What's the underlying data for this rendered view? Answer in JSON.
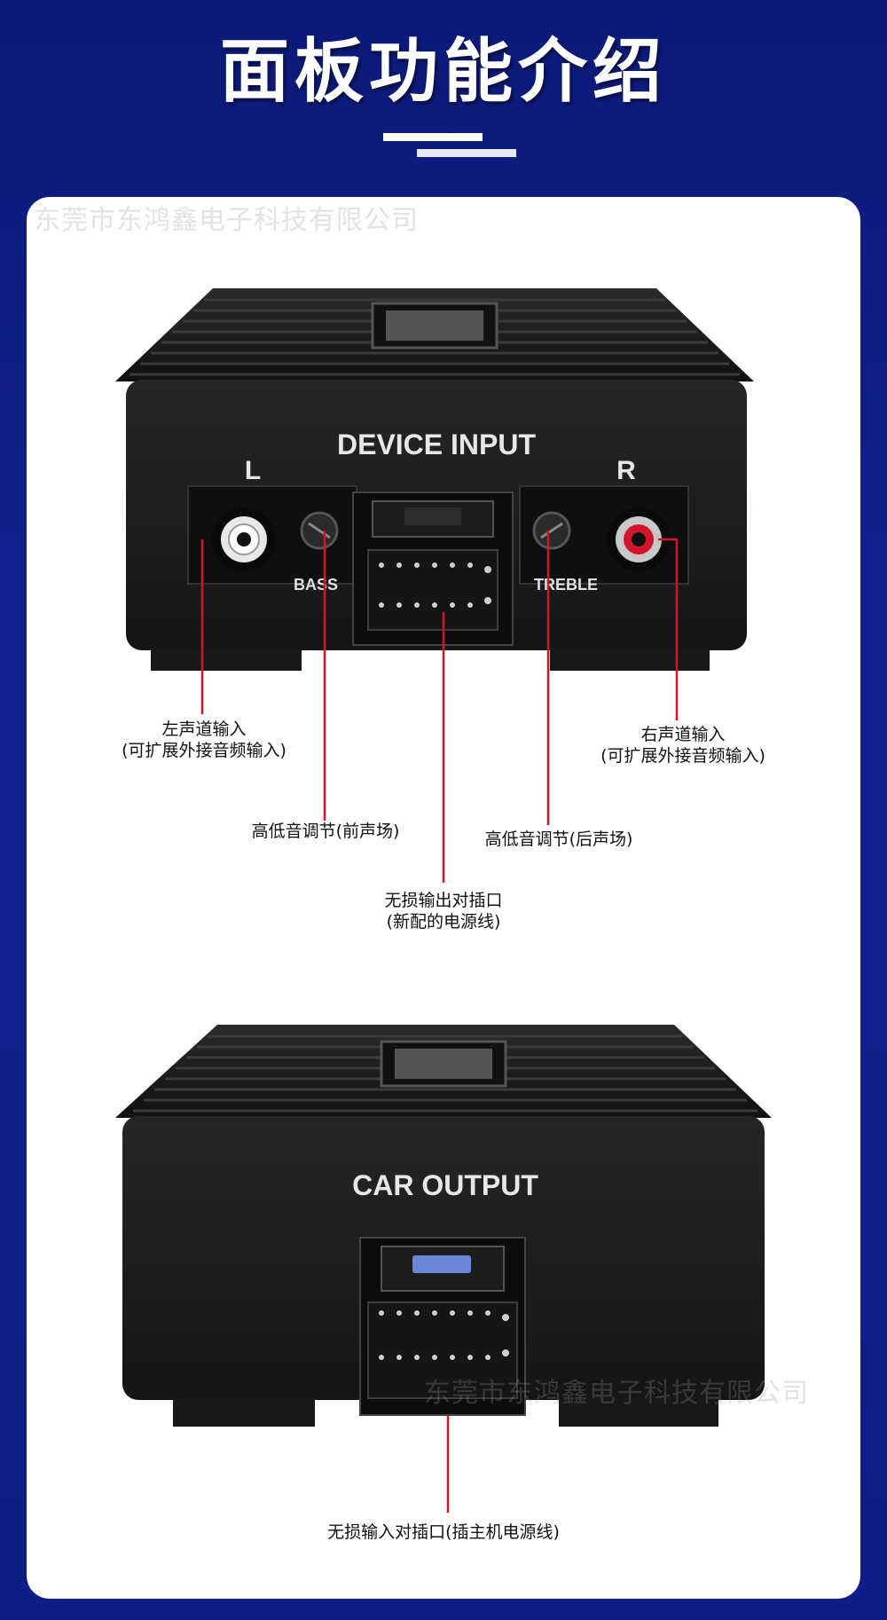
{
  "header": {
    "title": "面板功能介绍"
  },
  "watermark": "东莞市东鸿鑫电子科技有限公司",
  "device_input": {
    "face_label": "DEVICE INPUT",
    "left_channel": "L",
    "right_channel": "R",
    "bass_label": "BASS",
    "treble_label": "TREBLE",
    "callouts": {
      "left_input": [
        "左声道输入",
        "(可扩展外接音频输入)"
      ],
      "right_input": [
        "右声道输入",
        "(可扩展外接音频输入)"
      ],
      "bass_knob": "高低音调节(前声场)",
      "treble_knob": "高低音调节(后声场)",
      "output_port": [
        "无损输出对插口",
        "(新配的电源线)"
      ]
    }
  },
  "car_output": {
    "face_label": "CAR OUTPUT",
    "callouts": {
      "input_port": "无损输入对插口(插主机电源线)"
    }
  },
  "colors": {
    "background": "#0e1a78",
    "leader_line": "#d3142a",
    "device_body": "#1b1b1b",
    "rca_right": "#d3142a",
    "rca_left": "#e8e8e8"
  }
}
